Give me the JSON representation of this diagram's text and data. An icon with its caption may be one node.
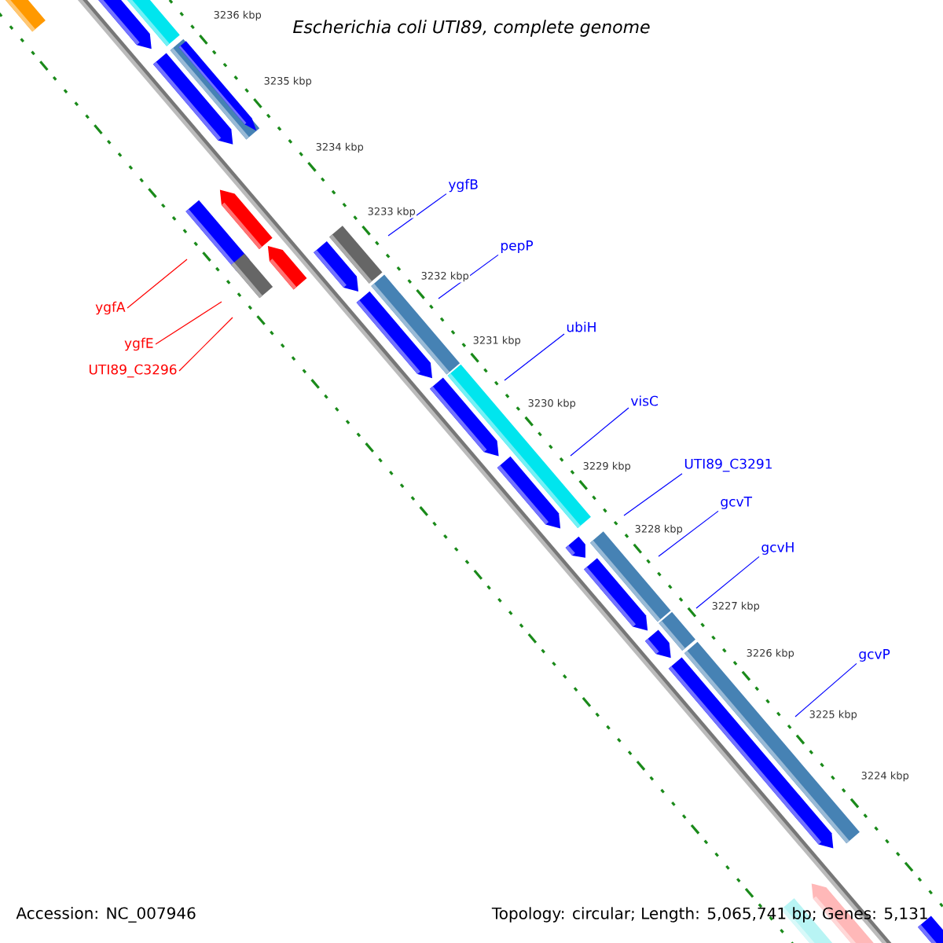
{
  "diagram": {
    "title": "Escherichia coli UTI89, complete genome",
    "nodes": [
      {
        "text": [
          "ygfA"
        ]
      },
      {
        "text": [
          "ygfE"
        ]
      },
      {
        "text": [
          "UTI89_C3296"
        ]
      },
      {
        "text": [
          "ygfB"
        ]
      },
      {
        "text": [
          "pepP"
        ]
      },
      {
        "text": [
          "ubiH"
        ]
      },
      {
        "text": [
          "visC"
        ]
      },
      {
        "text": [
          "UTI89_C3291"
        ]
      },
      {
        "text": [
          "gcvT"
        ]
      },
      {
        "text": [
          "gcvH"
        ]
      },
      {
        "text": [
          "gcvP"
        ]
      }
    ],
    "edges": [
      {
        "from": 0,
        "to": null,
        "arrow": "none",
        "color": "#ff0000"
      },
      {
        "from": 1,
        "to": null,
        "arrow": "none",
        "color": "#ff0000"
      },
      {
        "from": 2,
        "to": null,
        "arrow": "none",
        "color": "#ff0000"
      },
      {
        "from": 3,
        "to": null,
        "arrow": "none"
      },
      {
        "from": 4,
        "to": null,
        "arrow": "none"
      },
      {
        "from": 5,
        "to": null,
        "arrow": "none"
      },
      {
        "from": 6,
        "to": null,
        "arrow": "none"
      },
      {
        "from": 7,
        "to": null,
        "arrow": "none"
      },
      {
        "from": 8,
        "to": null,
        "arrow": "none"
      },
      {
        "from": 9,
        "to": null,
        "arrow": "none"
      },
      {
        "from": 10,
        "to": null,
        "arrow": "none"
      }
    ],
    "labels": [
      "3236 kbp",
      "3235 kbp",
      "3234 kbp",
      "3233 kbp",
      "3232 kbp",
      "3231 kbp",
      "3230 kbp",
      "3229 kbp",
      "3228 kbp",
      "3227 kbp",
      "3226 kbp",
      "3225 kbp",
      "3224 kbp",
      "Accession: NC_007946",
      "Topology: circular; Length: 5,065,741 bp; Genes: 5,131"
    ]
  }
}
